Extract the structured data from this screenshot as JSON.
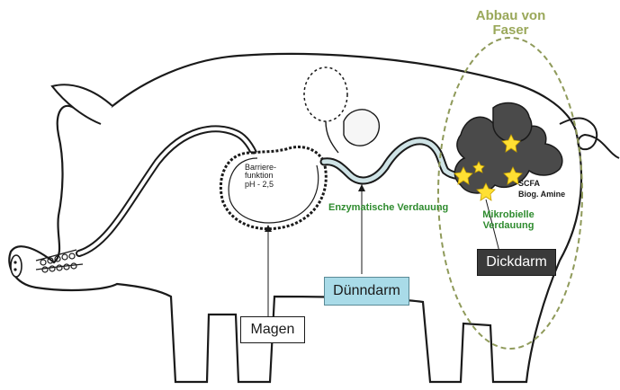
{
  "labels": {
    "fiber_title_line1": "Abbau von",
    "fiber_title_line2": "Faser",
    "barrier_line1": "Barriere-",
    "barrier_line2": "funktion",
    "barrier_line3": "pH -  2,5",
    "enzymatic": "Enzymatische Verdauung",
    "microbial_line1": "Mikrobielle",
    "microbial_line2": "Verdauung",
    "scfa": "SCFA",
    "amines": "Biog. Amine",
    "small_intestine": "Dünndarm",
    "large_intestine": "Dickdarm",
    "stomach": "Magen"
  },
  "colors": {
    "green_text": "#2e8b2e",
    "fiber_title": "#9aa85a",
    "dashed_ellipse": "#8f9a5a",
    "small_intestine_fill": "#a9dbe8",
    "large_intestine_fill": "#3a3a3a",
    "colon_mass": "#4a4a4a",
    "starburst": "#ffe033",
    "gut_tube": "#cfe3e6"
  }
}
